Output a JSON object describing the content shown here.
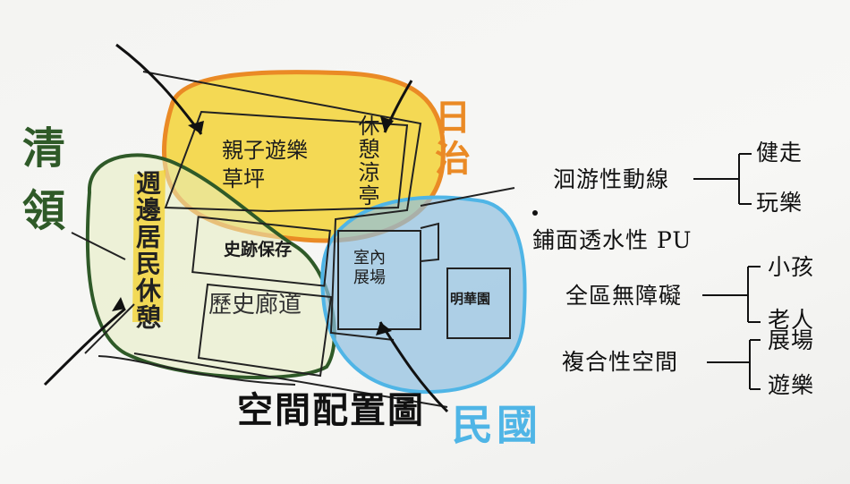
{
  "title": "空間配置圖",
  "eras": {
    "qing": "清領",
    "rizhi": "日治",
    "minguo": "民國"
  },
  "areas": {
    "parent_child_lawn": "親子遊樂草坪",
    "rest_pavilion": "休憩涼亭",
    "resident_rest": "週邊居民休憩",
    "heritage": "史跡保存",
    "indoor_hall": "室內展場",
    "corridor": "歷史廊道",
    "mingnung_garden": "明華園"
  },
  "features": {
    "circulation": "洄游性動線",
    "walking": "健走",
    "play": "玩樂",
    "paving": "鋪面透水性 PU",
    "accessibility": "全區無障礙",
    "kids": "小孩",
    "elderly": "老人",
    "multi_use": "複合性空間",
    "exhibition": "展場",
    "amusement": "遊樂"
  },
  "colors": {
    "qing": "#2f5a28",
    "rizhi": "#ea8a25",
    "minguo": "#4fb5e6",
    "yellow_fill": "#f3cf1f",
    "blue_fill": "#8fbfe0"
  }
}
